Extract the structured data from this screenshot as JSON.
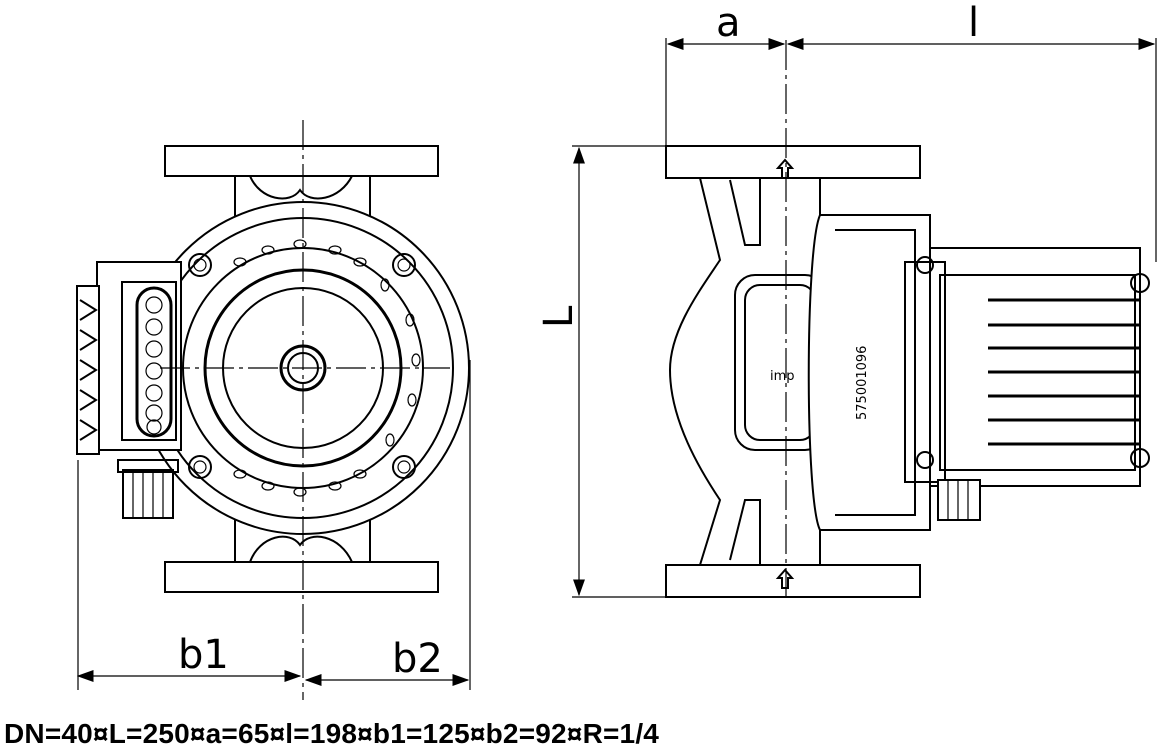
{
  "dimension_labels": {
    "a": "a",
    "l": "l",
    "L": "L",
    "b1": "b1",
    "b2": "b2"
  },
  "pump": {
    "brand_mark": "imp",
    "serial_number": "575001096"
  },
  "specification_line": "DN=40¤L=250¤a=65¤l=198¤b1=125¤b2=92¤R=1/4"
}
